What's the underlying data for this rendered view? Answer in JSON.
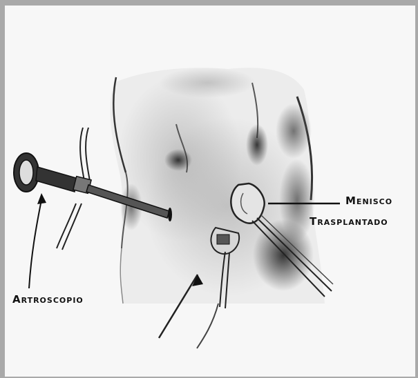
{
  "labels": {
    "arthroscope": "Artroscopio",
    "meniscus_line1": "Menisco",
    "meniscus_line2": "Trasplantado"
  },
  "colors": {
    "frame": "#a9a9a9",
    "paper": "#f7f7f7",
    "ink": "#111111"
  }
}
